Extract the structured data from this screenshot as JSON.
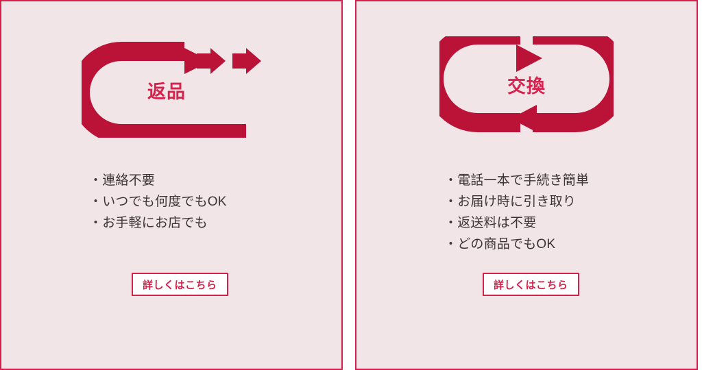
{
  "theme": {
    "page_background": "#ffffff",
    "panel_background": "#f1e5e7",
    "panel_border": "#d4214b",
    "icon_arrow_color": "#bb1238",
    "icon_label_color": "#d8224e",
    "bullet_text_color": "#3c3436",
    "button_background": "#ffffff",
    "button_border": "#d4214b",
    "button_text_color": "#d4214b"
  },
  "panels": [
    {
      "id": "return",
      "icon_name": "return-uturn-arrow-icon",
      "icon_label": "返品",
      "bullet_char": "・",
      "bullets": [
        "連絡不要",
        "いつでも何度でもOK",
        "お手軽にお店でも"
      ],
      "cta_label": "詳しくはこちら"
    },
    {
      "id": "exchange",
      "icon_name": "exchange-circular-arrows-icon",
      "icon_label": "交換",
      "bullet_char": "・",
      "bullets": [
        "電話一本で手続き簡単",
        "お届け時に引き取り",
        "返送料は不要",
        "どの商品でもOK"
      ],
      "cta_label": "詳しくはこちら"
    }
  ]
}
